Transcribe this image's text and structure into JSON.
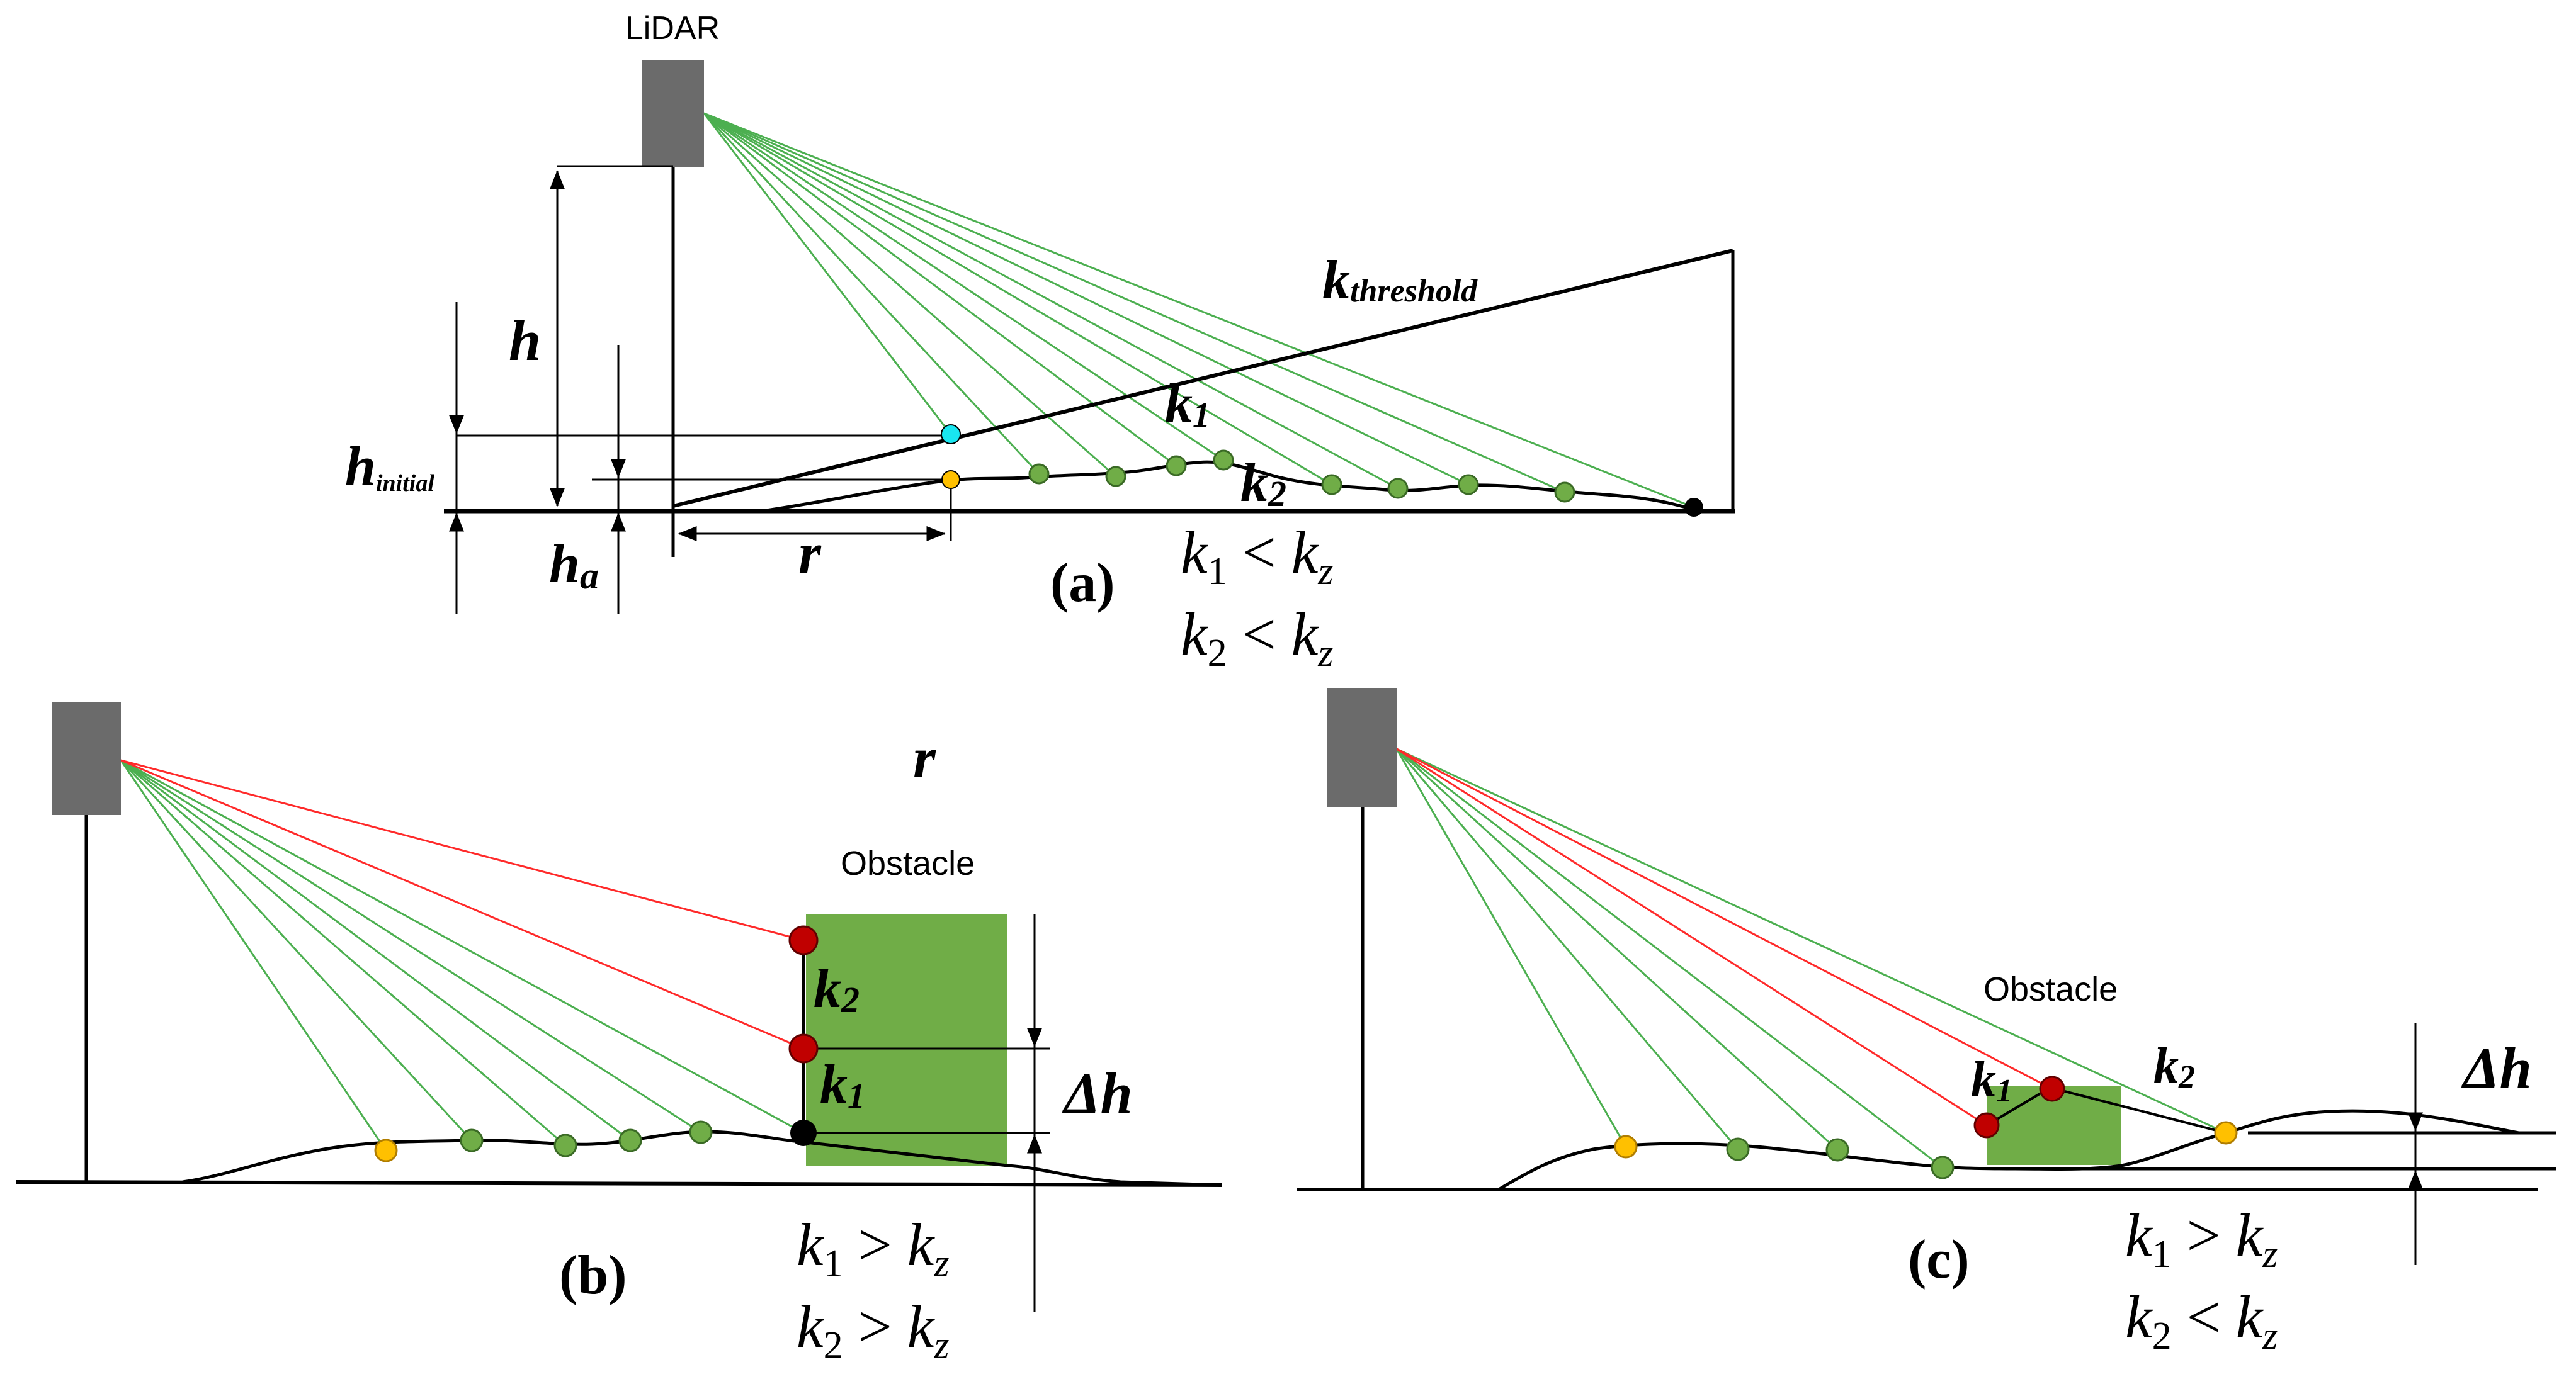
{
  "panels": {
    "a": {
      "label": "(a)",
      "lidar_label": "LiDAR",
      "h": "h",
      "h_initial_main": "h",
      "h_initial_sub": "initial",
      "h_a_main": "h",
      "h_a_sub": "a",
      "r": "r",
      "k_threshold_main": "k",
      "k_threshold_sub": "threshold",
      "k1_main": "k",
      "k1_sub": "1",
      "k2_main": "k",
      "k2_sub": "2",
      "ineq1": {
        "lhs": "k",
        "lhs_sub": "1",
        "op": " < ",
        "rhs": "k",
        "rhs_sub": "z"
      },
      "ineq2": {
        "lhs": "k",
        "lhs_sub": "2",
        "op": " < ",
        "rhs": "k",
        "rhs_sub": "z"
      }
    },
    "b": {
      "label": "(b)",
      "r": "r",
      "obstacle_label": "Obstacle",
      "delta_h": "Δh",
      "k1_main": "k",
      "k1_sub": "1",
      "k2_main": "k",
      "k2_sub": "2",
      "ineq1": {
        "lhs": "k",
        "lhs_sub": "1",
        "op": " > ",
        "rhs": "k",
        "rhs_sub": "z"
      },
      "ineq2": {
        "lhs": "k",
        "lhs_sub": "2",
        "op": " > ",
        "rhs": "k",
        "rhs_sub": "z"
      }
    },
    "c": {
      "label": "(c)",
      "obstacle_label": "Obstacle",
      "delta_h": "Δh",
      "k1_main": "k",
      "k1_sub": "1",
      "k2_main": "k",
      "k2_sub": "2",
      "ineq1": {
        "lhs": "k",
        "lhs_sub": "1",
        "op": " > ",
        "rhs": "k",
        "rhs_sub": "z"
      },
      "ineq2": {
        "lhs": "k",
        "lhs_sub": "2",
        "op": " < ",
        "rhs": "k",
        "rhs_sub": "z"
      }
    }
  },
  "colors": {
    "lidar_body": "#6b6b6b",
    "beam_green": "#4caf50",
    "beam_red": "#ff2a2a",
    "point_green": "#70ad47",
    "point_orange": "#ffc000",
    "point_cyan": "#19e6f0",
    "point_red": "#c00000",
    "point_black": "#000000",
    "obstacle": "#70ad47",
    "line": "#000000"
  }
}
